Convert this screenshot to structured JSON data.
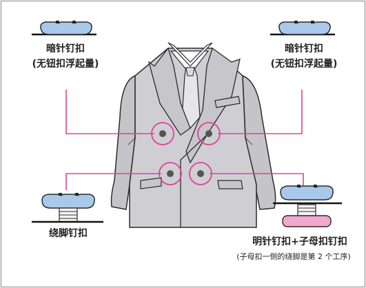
{
  "labels": {
    "top_left_title": "暗针钉扣",
    "top_left_sub": "(无钮扣浮起量)",
    "top_right_title": "暗针钉扣",
    "top_right_sub": "(无钮扣浮起量)",
    "bottom_left": "绕脚钉扣",
    "bottom_right_title": "明针钉扣+子母扣钉扣",
    "bottom_right_note": "(子母扣一侧的绕脚是第 2 个工序)"
  },
  "colors": {
    "leader_line": "#e0409a",
    "button_blue": "#a9c8ea",
    "button_pink": "#f2a8cf",
    "jacket_fill": "#cfcfd3",
    "frame": "#b9b9b9"
  }
}
